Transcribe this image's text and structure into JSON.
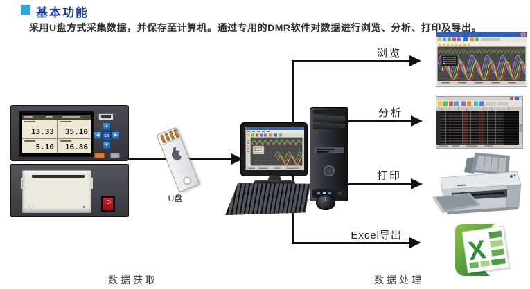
{
  "header": {
    "title": "基本功能",
    "description": "采用U盘方式采集数据，并保存至计算机。通过专用的DMR软件对数据进行浏览、分析、打印及导出。"
  },
  "recorder": {
    "display_values": [
      [
        "13.33",
        "35.10"
      ],
      [
        "5.10",
        "16.86"
      ]
    ],
    "nav_center": "EN",
    "nav_icons": {
      "up": "▲",
      "down": "▼",
      "left": "◀",
      "right": "▶"
    }
  },
  "usb": {
    "label": "U盘"
  },
  "flows": [
    {
      "id": "browse",
      "label": "浏览"
    },
    {
      "id": "analyze",
      "label": "分析"
    },
    {
      "id": "print",
      "label": "打印"
    },
    {
      "id": "export",
      "label": "Excel导出"
    }
  ],
  "footer": {
    "acquisition": "数据获取",
    "processing": "数据处理"
  },
  "icons": {
    "excel_glyph": "X"
  },
  "colors": {
    "accent": "#29aae1",
    "title_blue": "#1c3f96",
    "arrow": "#111111",
    "excel_green": "#2e8b37"
  }
}
